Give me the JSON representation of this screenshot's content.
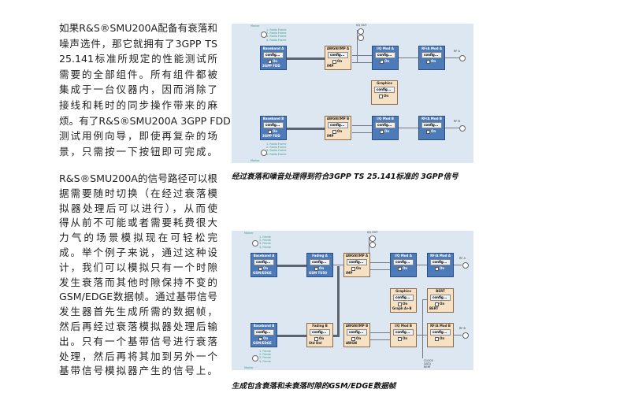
{
  "paragraph1": [
    "如果R&S®SMU200A配备有衰落和",
    "噪声选件，那它就拥有了3GPP TS",
    "25.141标准所规定的性能测试所",
    "需要的全部组件。所有组件都被",
    "集成于一台仪器内，因而消除了",
    "接线和耗时的同步操作带来的麻",
    "烦。有了R&S®SMU200A 3GPP FDD",
    "测试用例向导，即使再复杂的场",
    "景，只需按一下按钮即可完成。"
  ],
  "paragraph2": [
    "R&S®SMU200A的信号路径可以根",
    "据需要随时切换（在经过衰落模",
    "拟器处理后可以进行），从而使",
    "得从前不可能或者需要耗费很大",
    "力气的场景模拟现在可轻松完",
    "成。举个例子来说，通过这种设",
    "计，我们可以模拟只有一个时隙",
    "发生衰落而其他时隙保持不变的",
    "GSM/EDGE数据帧。通过基带信号",
    "发生器首先生成所需的数据帧，",
    "然后再经过衰落模拟器处理后输",
    "出。只有一个基带信号进行衰落",
    "处理，然后再将其加到另外一个",
    "基带信号模拟器产生的信号上。"
  ],
  "figure1": {
    "caption": "经过衰落和噪音处理得到符合3GPP TS 25.141标准的 3GPP信号",
    "config_label": "config...",
    "on_label": "On",
    "blocks": [
      {
        "title": "Baseband A",
        "sub": "3GPP FDD",
        "on": true,
        "style": "blue"
      },
      {
        "title": "AWGN/IMP A",
        "sub": "IMP",
        "on": false,
        "style": "beige"
      },
      {
        "title": "I/Q Mod A",
        "sub": "",
        "on": true,
        "style": "blue"
      },
      {
        "title": "RF/A Mod A",
        "sub": "",
        "on": true,
        "style": "blue"
      },
      {
        "title": "Graphics",
        "sub": "",
        "on": false,
        "style": "beige"
      },
      {
        "title": "Baseband B",
        "sub": "3GPP FDD",
        "on": true,
        "style": "blue"
      },
      {
        "title": "AWGN/IMP B",
        "sub": "IMP",
        "on": false,
        "style": "beige"
      },
      {
        "title": "I/Q Mod B",
        "sub": "",
        "on": true,
        "style": "blue"
      },
      {
        "title": "RF/A Mod B",
        "sub": "",
        "on": true,
        "style": "blue"
      }
    ],
    "marker_label": "Marker",
    "markers": [
      "1. Radio Frame",
      "2. Radio Frame",
      "3. Radio Frame",
      "4. Radio Frame"
    ],
    "iq_out": "I/Q OUT",
    "rf_a": "RF A",
    "rf_b": "RF B"
  },
  "figure2": {
    "caption": "生成包含衰落和未衰落时隙的GSM/EDGE数据帧",
    "config_label": "config...",
    "on_label": "On",
    "blocks": [
      {
        "title": "Baseband A",
        "sub": "GSM/EDGE",
        "on": true,
        "style": "blue"
      },
      {
        "title": "Fading A",
        "sub": "GSM TU50",
        "on": true,
        "style": "blue"
      },
      {
        "title": "AWGN/IMP A",
        "sub": "IMP",
        "on": false,
        "style": "beige"
      },
      {
        "title": "I/Q Mod A",
        "sub": "",
        "on": true,
        "style": "blue"
      },
      {
        "title": "RF/A Mod A",
        "sub": "",
        "on": true,
        "style": "blue"
      },
      {
        "title": "Graphics",
        "sub": "Graph A+B",
        "on": false,
        "style": "beige"
      },
      {
        "title": "BERT",
        "sub": "BERT",
        "on": false,
        "style": "beige"
      },
      {
        "title": "Baseband B",
        "sub": "GSM/EDGE",
        "on": true,
        "style": "blue"
      },
      {
        "title": "Fading B",
        "sub": "Std Del",
        "on": false,
        "style": "beige"
      },
      {
        "title": "AWGN/IMP B",
        "sub": "AWGN",
        "on": false,
        "style": "beige"
      },
      {
        "title": "I/Q Mod B",
        "sub": "",
        "on": false,
        "style": "beige"
      },
      {
        "title": "RF/A Mod B",
        "sub": "",
        "on": false,
        "style": "beige"
      }
    ],
    "marker_label": "Marker",
    "markers": [
      "1. Frame",
      "2. Frame",
      "3. Frame",
      "4. Frame"
    ],
    "iq_out": "I/Q OUT",
    "rf_a": "RF A",
    "rf_b": "RF B",
    "bert_in": "CLOCK DATA BERT"
  }
}
